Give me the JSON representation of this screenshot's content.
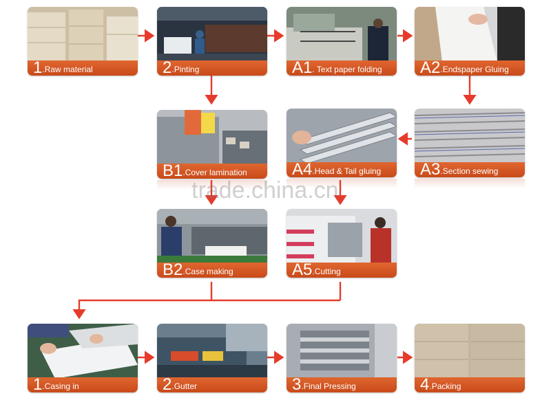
{
  "colors": {
    "accent": "#e63b2b",
    "label": "#d45420"
  },
  "steps": {
    "raw_material": {
      "num": "1",
      "text": ".Raw material"
    },
    "printing": {
      "num": "2",
      "text": ".Pinting"
    },
    "text_folding": {
      "num": "A1",
      "text": ". Text paper folding"
    },
    "endspaper": {
      "num": "A2",
      "text": ".Endspaper Gluing"
    },
    "cover_lamination": {
      "num": "B1",
      "text": ".Cover lamination"
    },
    "head_tail": {
      "num": "A4",
      "text": ".Head & Tail gluing"
    },
    "section_sewing": {
      "num": "A3",
      "text": ".Section sewing"
    },
    "case_making": {
      "num": "B2",
      "text": ".Case making"
    },
    "cutting": {
      "num": "A5",
      "text": ".Cutting"
    },
    "casing_in": {
      "num": "1",
      "text": ".Casing in"
    },
    "gutter": {
      "num": "2",
      "text": ".Gutter"
    },
    "final_pressing": {
      "num": "3",
      "text": ".Final Pressing"
    },
    "packing": {
      "num": "4",
      "text": ".Packing"
    }
  },
  "watermark": "trade.china.cn"
}
